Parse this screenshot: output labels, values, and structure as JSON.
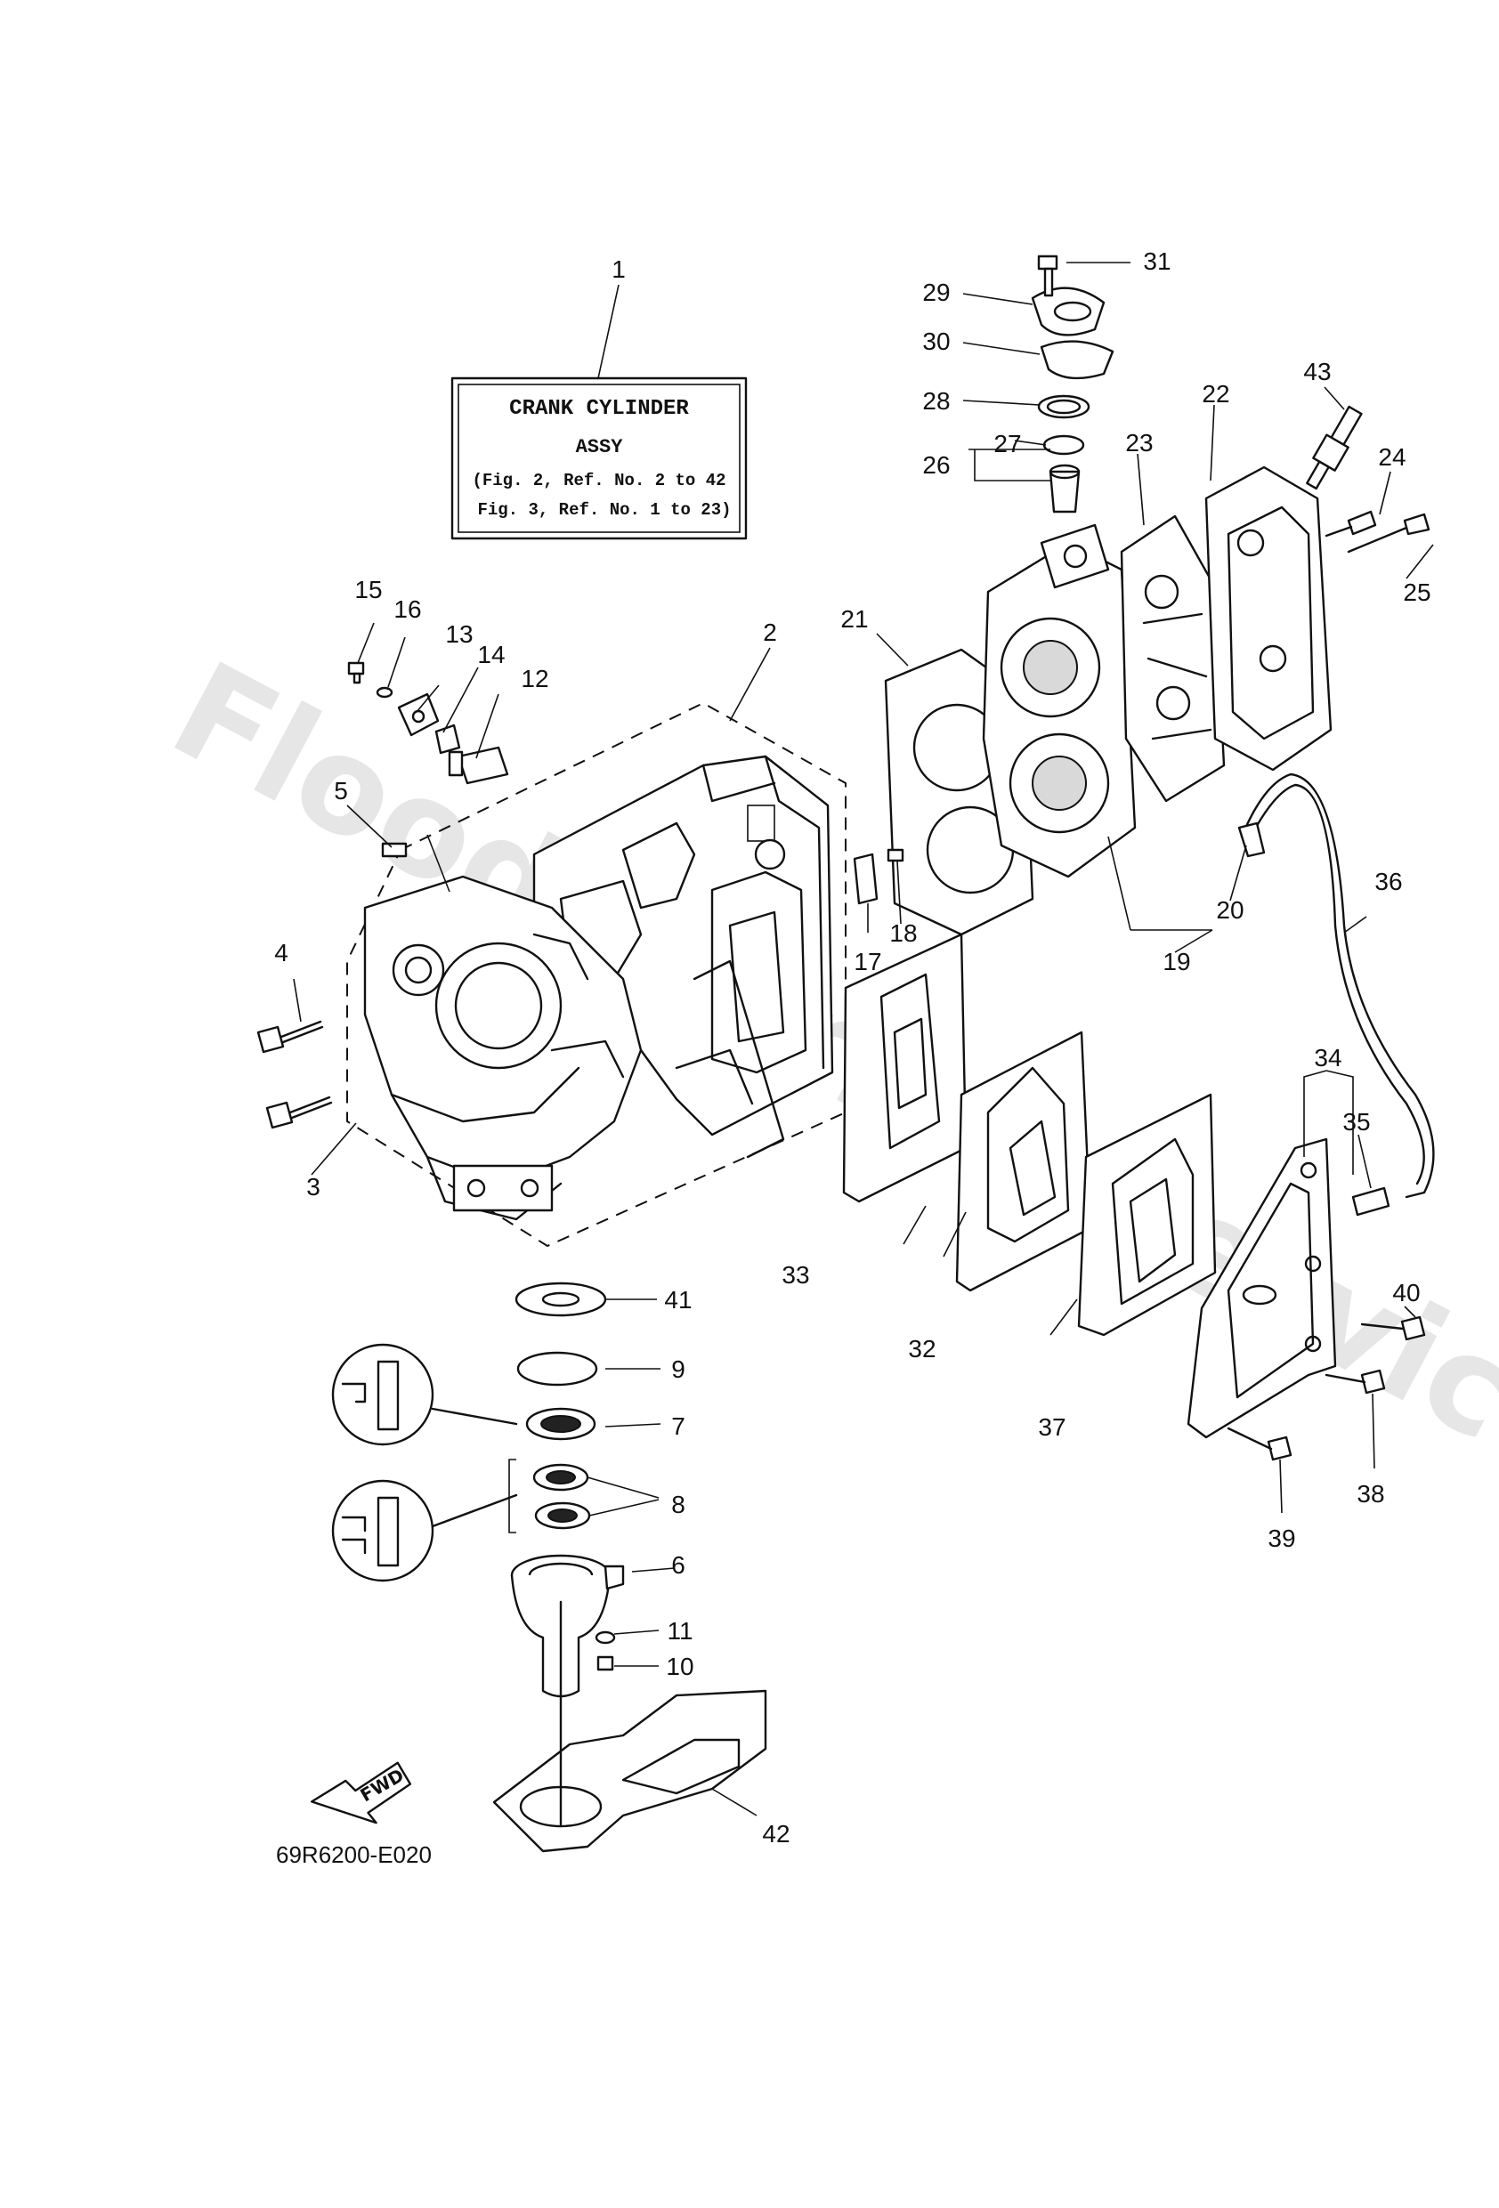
{
  "watermark": "Flood Marine Services",
  "title_box": {
    "line1": "CRANK CYLINDER",
    "line2": "ASSY",
    "line3": "(Fig. 2, Ref. No. 2 to 42",
    "line4": "Fig. 3, Ref. No. 1 to 23)"
  },
  "drawing_code": "69R6200-E020",
  "fwd_label": "FWD",
  "callouts": {
    "c1": "1",
    "c2": "2",
    "c3": "3",
    "c4": "4",
    "c5": "5",
    "c6": "6",
    "c7": "7",
    "c8": "8",
    "c9": "9",
    "c10": "10",
    "c11": "11",
    "c12": "12",
    "c13": "13",
    "c14": "14",
    "c15": "15",
    "c16": "16",
    "c17": "17",
    "c18": "18",
    "c19": "19",
    "c20": "20",
    "c21": "21",
    "c22": "22",
    "c23": "23",
    "c24": "24",
    "c25": "25",
    "c26": "26",
    "c27": "27",
    "c28": "28",
    "c29": "29",
    "c30": "30",
    "c31": "31",
    "c32": "32",
    "c33": "33",
    "c34": "34",
    "c35": "35",
    "c36": "36",
    "c37": "37",
    "c38": "38",
    "c39": "39",
    "c40": "40",
    "c41": "41",
    "c42": "42",
    "c43": "43"
  }
}
